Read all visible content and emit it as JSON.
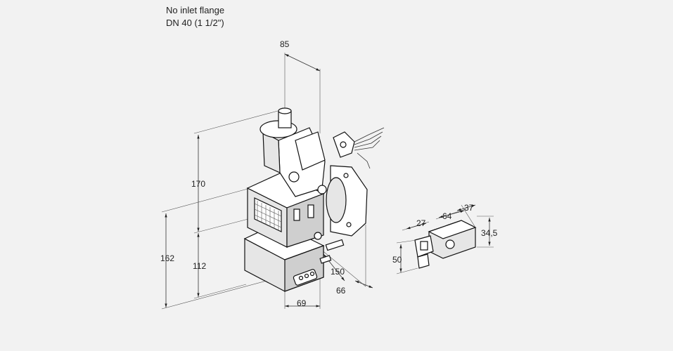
{
  "header": {
    "line1": "No inlet flange",
    "line2": "DN 40 (1 1/2\")"
  },
  "dimensions": {
    "d85": "85",
    "d170": "170",
    "d162": "162",
    "d112": "112",
    "d150": "150",
    "d66": "66",
    "d69": "69",
    "d27": "27",
    "d64": "64",
    "d37": "37",
    "d34_5": "34,5",
    "d50": "50"
  },
  "colors": {
    "background": "#f2f2f2",
    "line": "#111111"
  }
}
